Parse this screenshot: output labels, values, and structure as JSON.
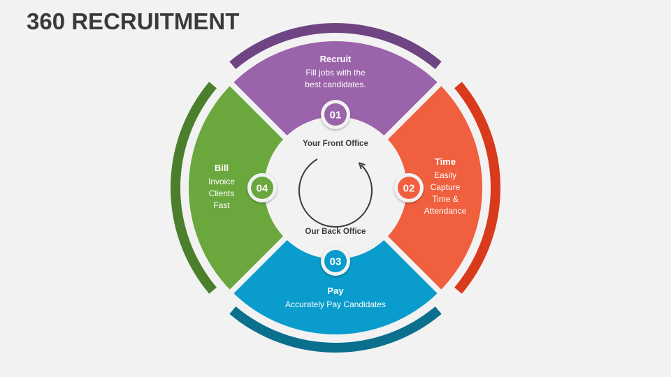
{
  "title": "360 RECRUITMENT",
  "center": {
    "top_label": "Your Front Office",
    "bottom_label": "Our Back Office"
  },
  "segments": [
    {
      "number": "01",
      "title": "Recruit",
      "desc": [
        "Fill jobs with the",
        "best candidates."
      ],
      "color": "#9b63aa",
      "outer_color": "#6f4483"
    },
    {
      "number": "02",
      "title": "Time",
      "desc": [
        "Easily",
        "Capture",
        "Time &",
        "Attendance"
      ],
      "color": "#f05f3e",
      "outer_color": "#d93a1c"
    },
    {
      "number": "03",
      "title": "Pay",
      "desc": [
        "Accurately Pay Candidates"
      ],
      "color": "#0a9ccc",
      "outer_color": "#0b6f8e"
    },
    {
      "number": "04",
      "title": "Bill",
      "desc": [
        "Invoice",
        "Clients",
        "Fast"
      ],
      "color": "#6aa83d",
      "outer_color": "#4b7f2c"
    }
  ]
}
